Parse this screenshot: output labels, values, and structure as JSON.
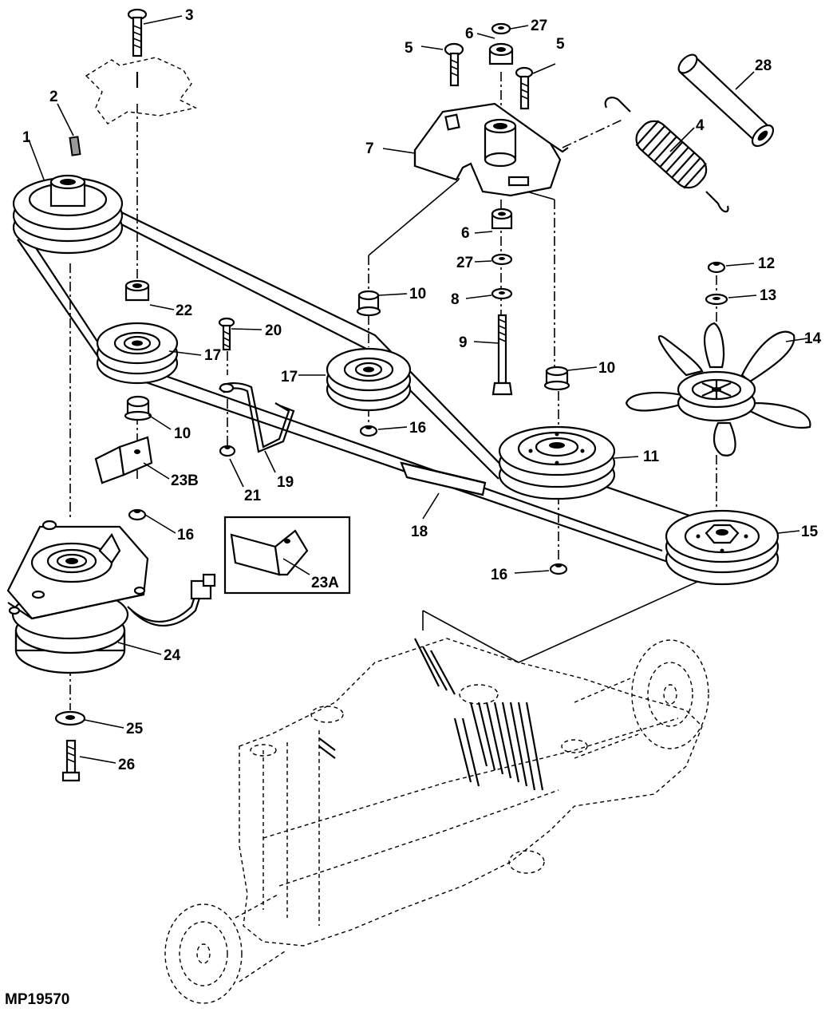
{
  "figure_code": "MP19570",
  "callouts": [
    {
      "id": "c1",
      "text": "1"
    },
    {
      "id": "c2",
      "text": "2"
    },
    {
      "id": "c3",
      "text": "3"
    },
    {
      "id": "c4",
      "text": "4"
    },
    {
      "id": "c5a",
      "text": "5"
    },
    {
      "id": "c5b",
      "text": "5"
    },
    {
      "id": "c6a",
      "text": "6"
    },
    {
      "id": "c6b",
      "text": "6"
    },
    {
      "id": "c7",
      "text": "7"
    },
    {
      "id": "c8",
      "text": "8"
    },
    {
      "id": "c9",
      "text": "9"
    },
    {
      "id": "c10a",
      "text": "10"
    },
    {
      "id": "c10b",
      "text": "10"
    },
    {
      "id": "c10c",
      "text": "10"
    },
    {
      "id": "c11",
      "text": "11"
    },
    {
      "id": "c12",
      "text": "12"
    },
    {
      "id": "c13",
      "text": "13"
    },
    {
      "id": "c14",
      "text": "14"
    },
    {
      "id": "c15",
      "text": "15"
    },
    {
      "id": "c16a",
      "text": "16"
    },
    {
      "id": "c16b",
      "text": "16"
    },
    {
      "id": "c16c",
      "text": "16"
    },
    {
      "id": "c17a",
      "text": "17"
    },
    {
      "id": "c17b",
      "text": "17"
    },
    {
      "id": "c18",
      "text": "18"
    },
    {
      "id": "c19",
      "text": "19"
    },
    {
      "id": "c20",
      "text": "20"
    },
    {
      "id": "c21",
      "text": "21"
    },
    {
      "id": "c22",
      "text": "22"
    },
    {
      "id": "c23a",
      "text": "23A"
    },
    {
      "id": "c23b",
      "text": "23B"
    },
    {
      "id": "c24",
      "text": "24"
    },
    {
      "id": "c25",
      "text": "25"
    },
    {
      "id": "c26",
      "text": "26"
    },
    {
      "id": "c27a",
      "text": "27"
    },
    {
      "id": "c27b",
      "text": "27"
    },
    {
      "id": "c28",
      "text": "28"
    }
  ]
}
